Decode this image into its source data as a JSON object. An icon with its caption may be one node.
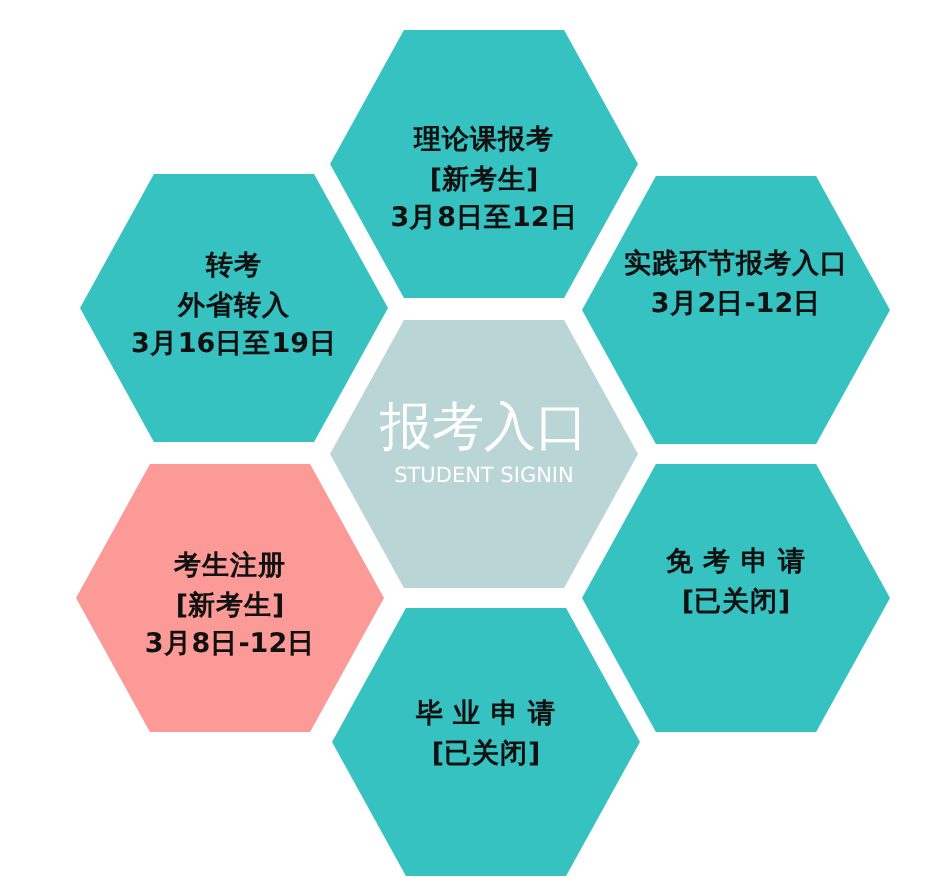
{
  "diagram": {
    "nodes": [
      {
        "text": [
          "理论课报考",
          "[新考生]",
          "3月8日至12日"
        ]
      },
      {
        "text": [
          "转考",
          "外省转入",
          "3月16日至19日"
        ]
      },
      {
        "text": [
          "实践环节报考入口",
          "3月2日-12日"
        ]
      },
      {
        "text": [
          "报考入口",
          "STUDENT SIGNIN"
        ]
      },
      {
        "text": [
          "考生注册",
          "[新考生]",
          "3月8日-12日"
        ]
      },
      {
        "text": [
          "免 考 申 请",
          "[已关闭]"
        ]
      },
      {
        "text": [
          "毕 业 申 请",
          "[已关闭]"
        ]
      }
    ]
  }
}
